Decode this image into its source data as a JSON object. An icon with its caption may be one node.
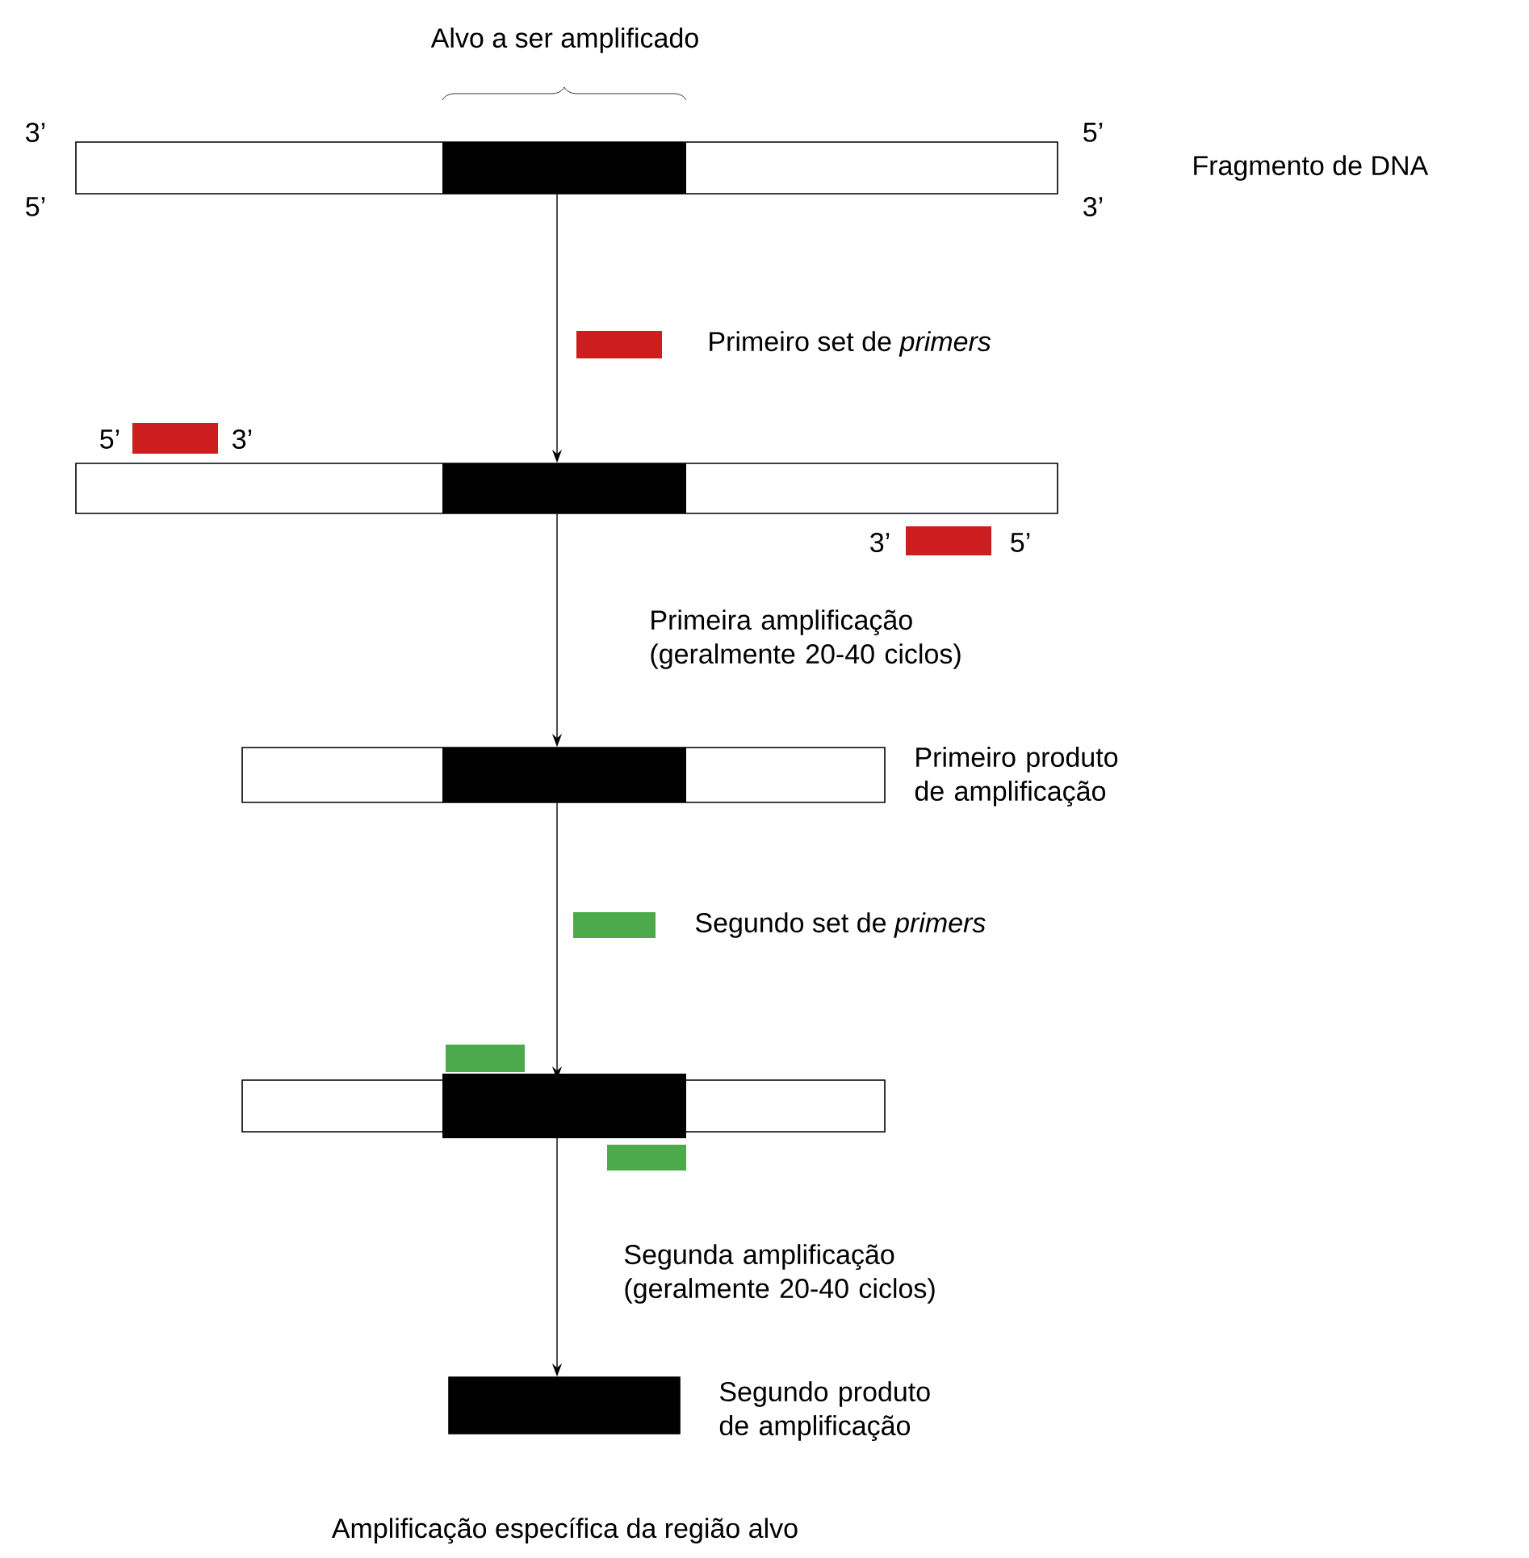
{
  "diagram": {
    "caption": "Amplificação específica da região alvo",
    "nodes": [
      {
        "text": [],
        "shape": "bar"
      },
      {
        "text": [],
        "shape": "bar"
      },
      {
        "text": [],
        "shape": "bar",
        "beside": [
          "Primeiro produto de amplificação"
        ]
      },
      {
        "text": [],
        "shape": "bar"
      },
      {
        "text": [],
        "shape": "bar",
        "beside": [
          "Segundo produto de amplificação"
        ]
      }
    ],
    "edges": [
      {
        "from": 0,
        "to": 1,
        "arrow": "to"
      },
      {
        "from": 1,
        "to": 2,
        "arrow": "to",
        "label": "Primeira amplificação (geralmente 20-40 ciclos)"
      },
      {
        "from": 2,
        "to": 3,
        "arrow": "to"
      },
      {
        "from": 3,
        "to": 4,
        "arrow": "to",
        "label": "Segunda amplificação (geralmente 20-40 ciclos)"
      }
    ],
    "labels": [
      "Alvo a ser amplificado",
      "3’",
      "5’",
      "Fragmento de DNA",
      "5’",
      "3’",
      "Primeiro set de *primers*",
      "5’",
      "3’",
      "3’",
      "5’",
      "Segundo set de *primers*"
    ]
  }
}
